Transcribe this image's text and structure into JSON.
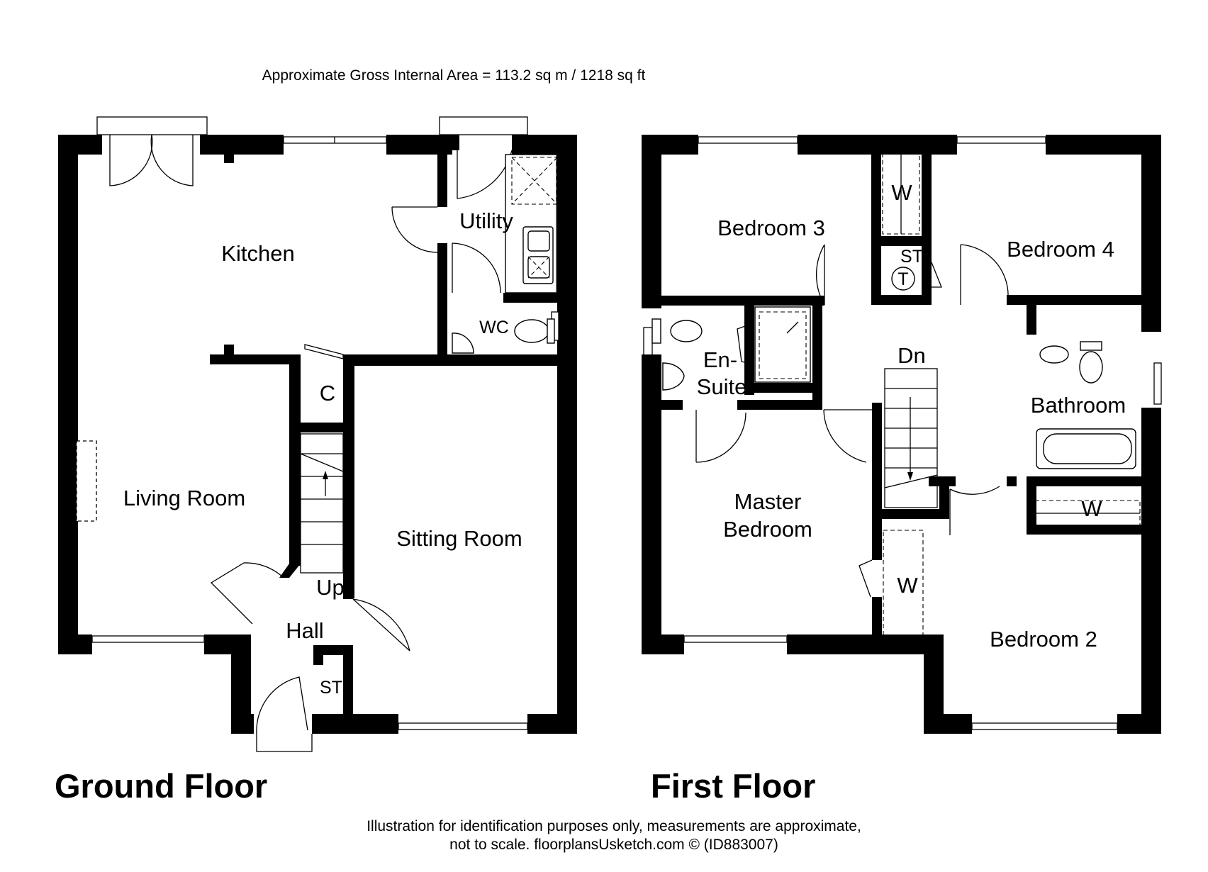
{
  "header": {
    "area": "Approximate Gross Internal Area = 113.2 sq m / 1218 sq ft"
  },
  "ground_floor": {
    "title": "Ground Floor",
    "rooms": {
      "kitchen": "Kitchen",
      "utility": "Utility",
      "wc": "WC",
      "cupboard": "C",
      "living_room": "Living Room",
      "sitting_room": "Sitting Room",
      "stairs_up": "Up",
      "hall": "Hall",
      "store": "ST"
    }
  },
  "first_floor": {
    "title": "First Floor",
    "rooms": {
      "bedroom_3": "Bedroom 3",
      "wardrobe_bed3": "W",
      "bedroom_4": "Bedroom 4",
      "store_st": "ST",
      "store_t": "T",
      "en_suite_1": "En-",
      "en_suite_2": "Suite",
      "stairs_down": "Dn",
      "bathroom": "Bathroom",
      "master_1": "Master",
      "master_2": "Bedroom",
      "wardrobe_bed2": "W",
      "wardrobe_master": "W",
      "bedroom_2": "Bedroom 2"
    }
  },
  "footer": {
    "line1": "Illustration for identification purposes only, measurements are approximate,",
    "line2": "not to scale. floorplansUsketch.com © (ID883007)"
  }
}
